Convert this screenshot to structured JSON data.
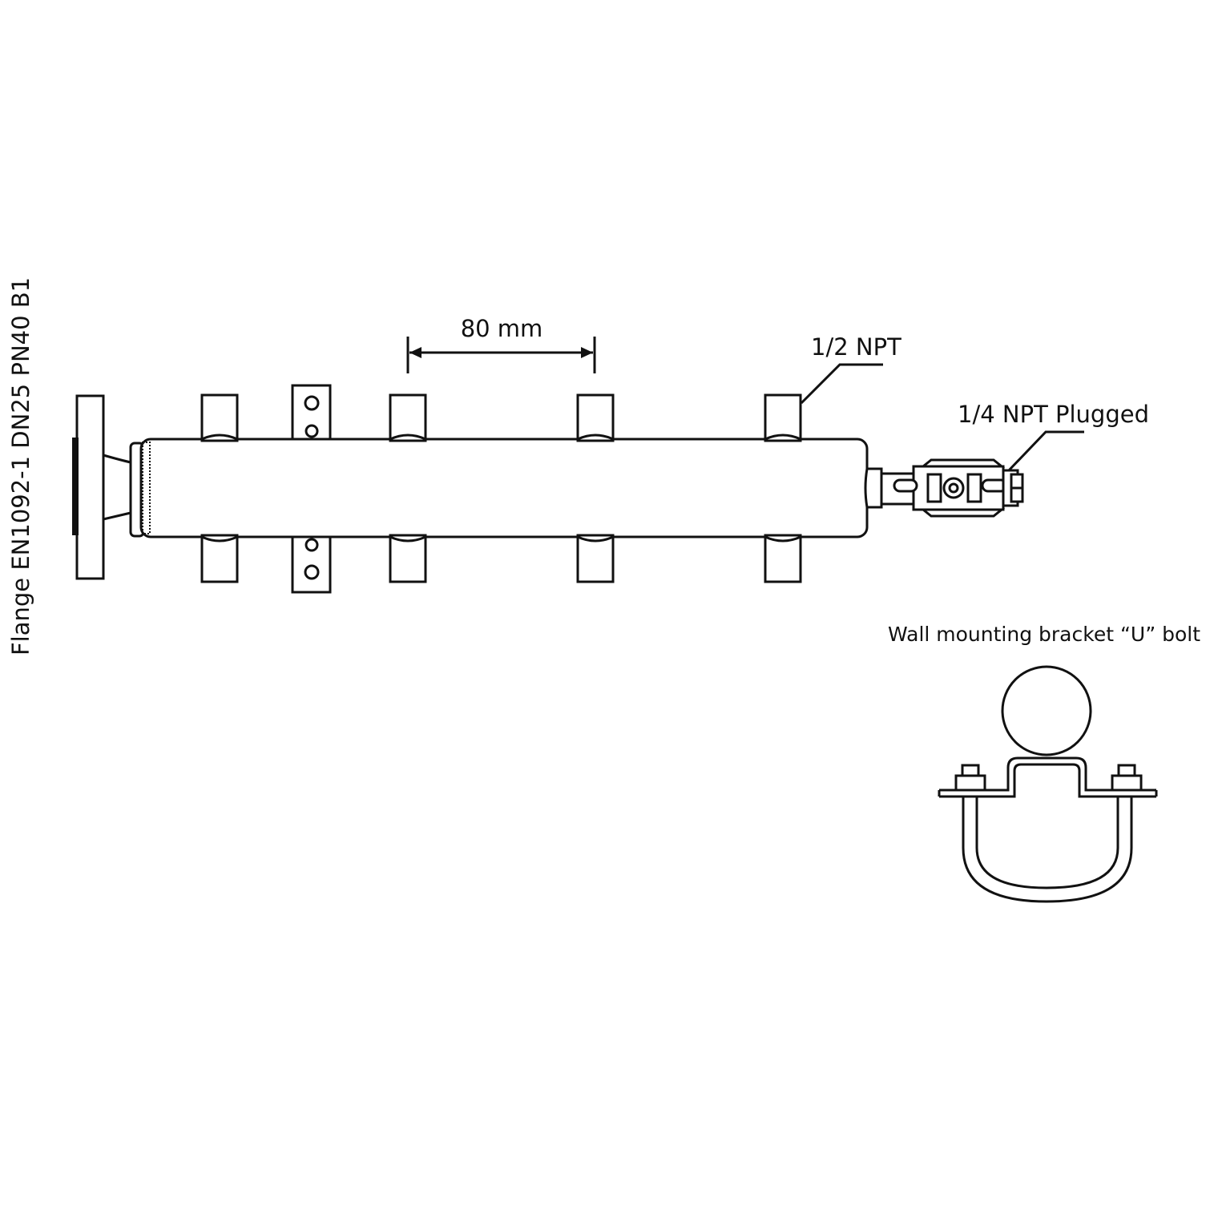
{
  "labels": {
    "flange": "Flange EN1092-1 DN25 PN40 B1",
    "spacing": "80 mm",
    "outlet": "1/2 NPT",
    "plug": "1/4 NPT Plugged",
    "bracket": "Wall mounting bracket “U” bolt"
  },
  "colors": {
    "line": "#111111",
    "background": "#ffffff"
  }
}
